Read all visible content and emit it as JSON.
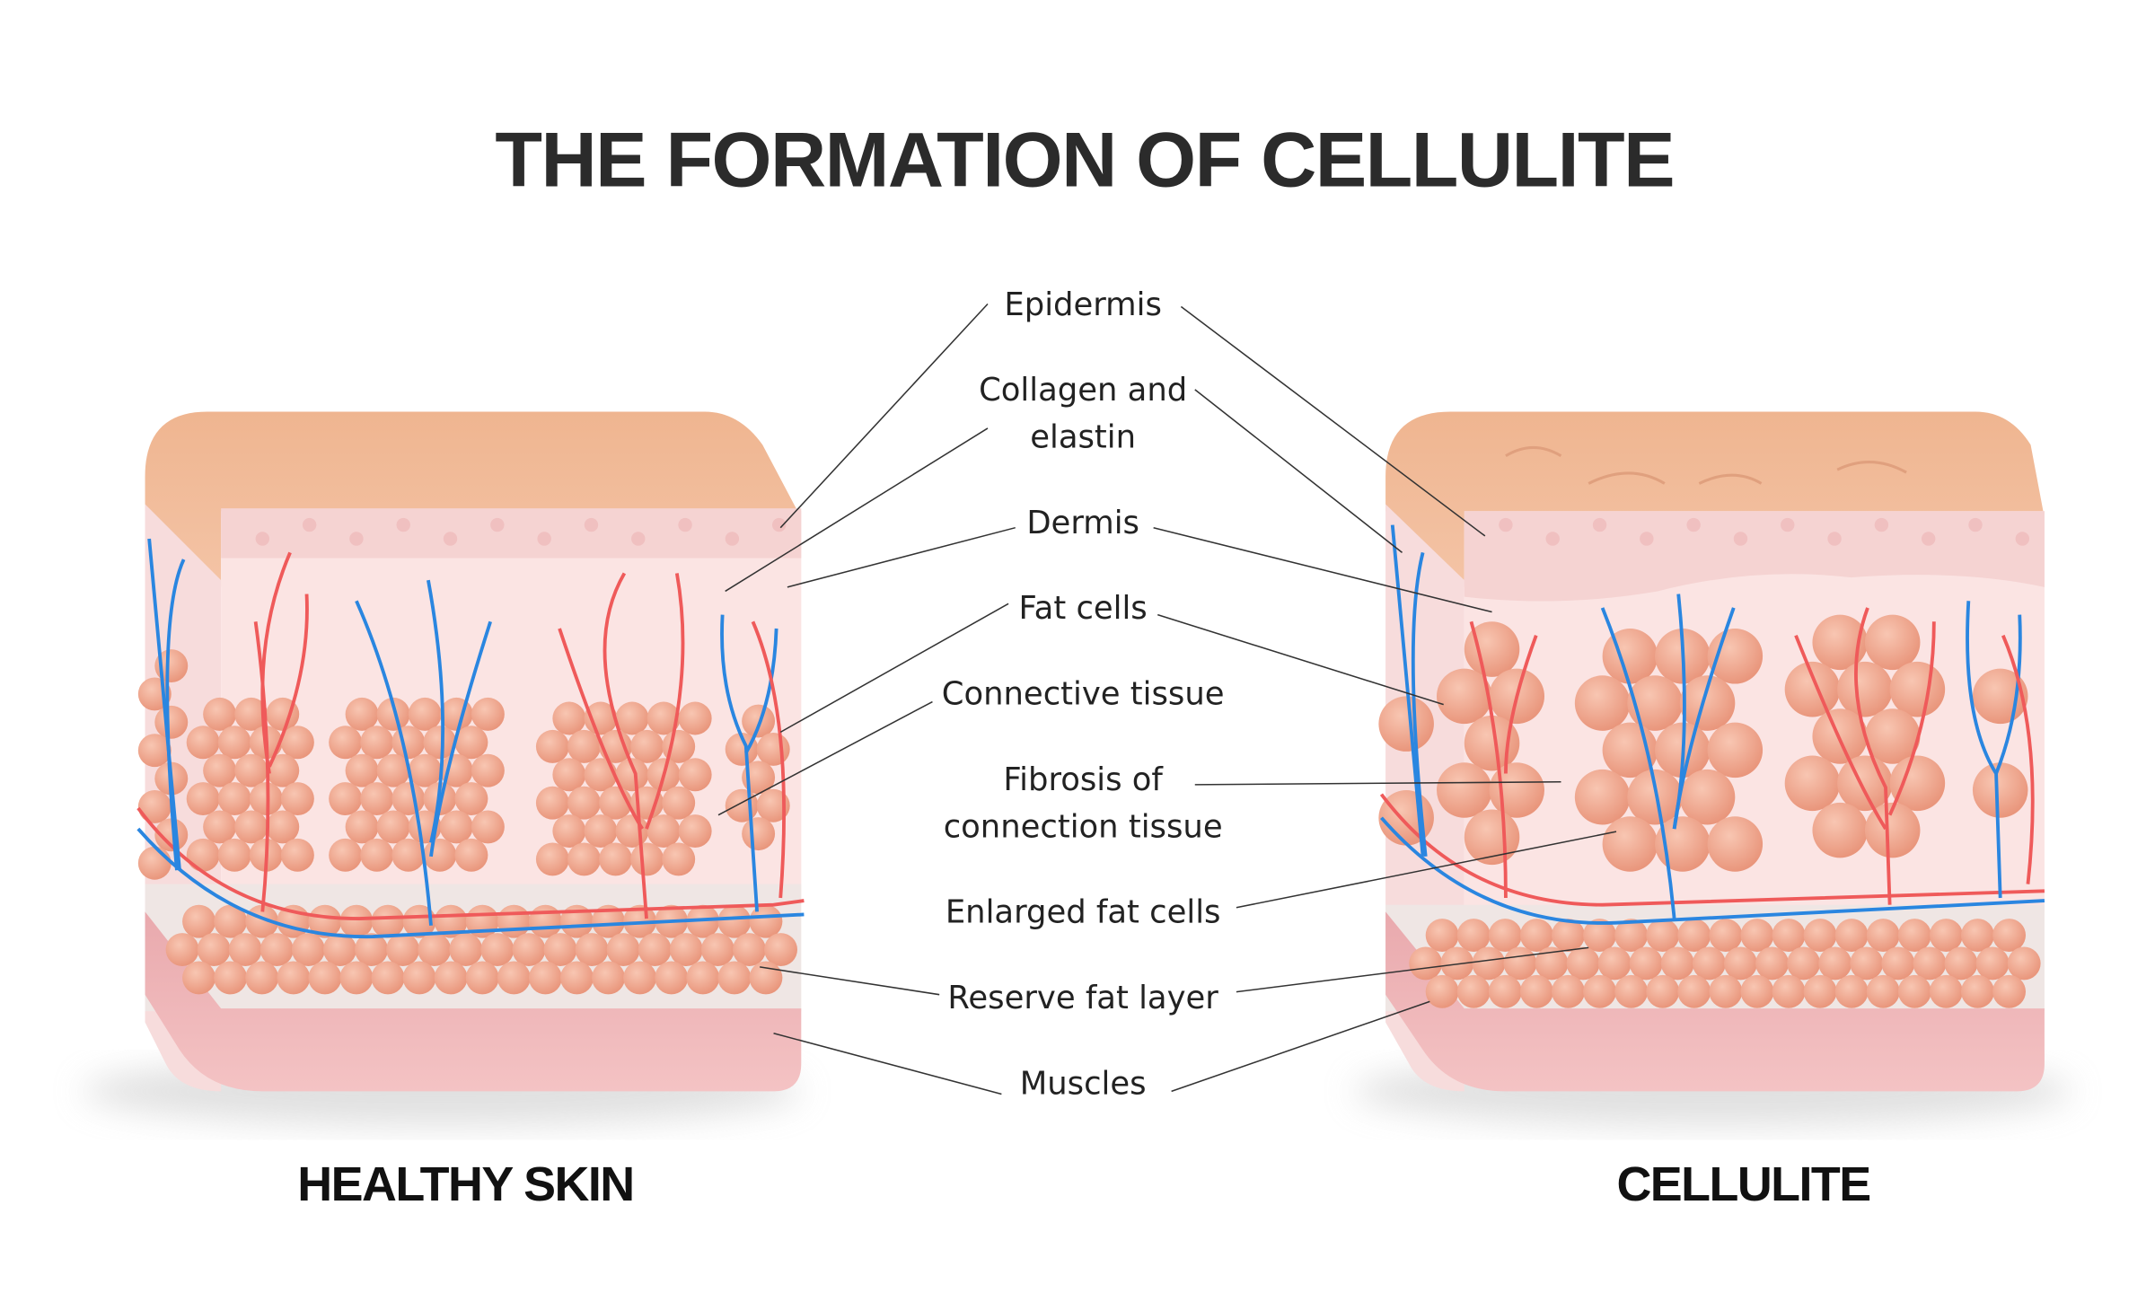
{
  "title": "THE FORMATION OF CELLULITE",
  "labels": {
    "epidermis": "Epidermis",
    "collagen_1": "Collagen and",
    "collagen_2": "elastin",
    "dermis": "Dermis",
    "fat_cells": "Fat cells",
    "connective": "Connective tissue",
    "fibrosis_1": "Fibrosis of",
    "fibrosis_2": "connection tissue",
    "enlarged": "Enlarged fat cells",
    "reserve": "Reserve fat layer",
    "muscles": "Muscles"
  },
  "captions": {
    "healthy": "HEALTHY SKIN",
    "cellulite": "CELLULITE"
  },
  "colors": {
    "skin_top": "#f0b896",
    "dermis": "#fbe4e3",
    "fat": "#f0a88e",
    "muscle": "#efb4b7",
    "vein": "#2a86e0",
    "artery": "#ef5a5a"
  }
}
